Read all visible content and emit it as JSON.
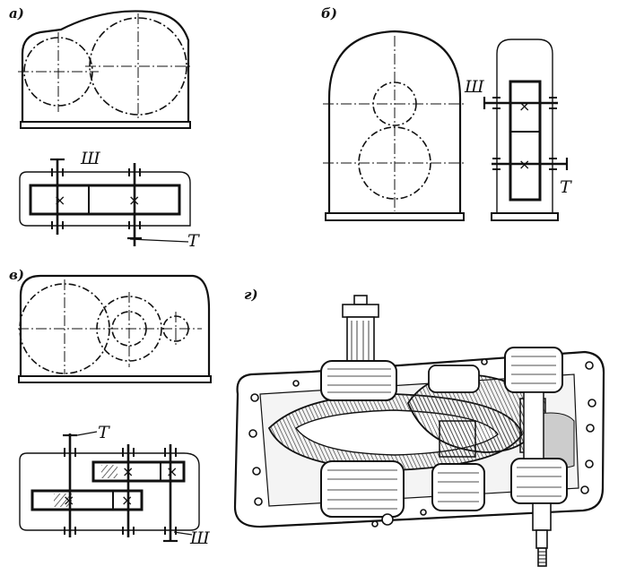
{
  "panels": {
    "a": {
      "label": "а)",
      "shaft_high": "Ш",
      "shaft_low": "Т"
    },
    "b": {
      "label": "б)",
      "shaft_high": "Ш",
      "shaft_low": "Т"
    },
    "v": {
      "label": "в)",
      "shaft_high": "Ш",
      "shaft_low": "Т"
    },
    "g": {
      "label": "г)"
    }
  },
  "symbols": {
    "gear_cross": "×"
  },
  "colors": {
    "ink": "#111111",
    "hatch": "#444444",
    "paper": "#ffffff"
  }
}
